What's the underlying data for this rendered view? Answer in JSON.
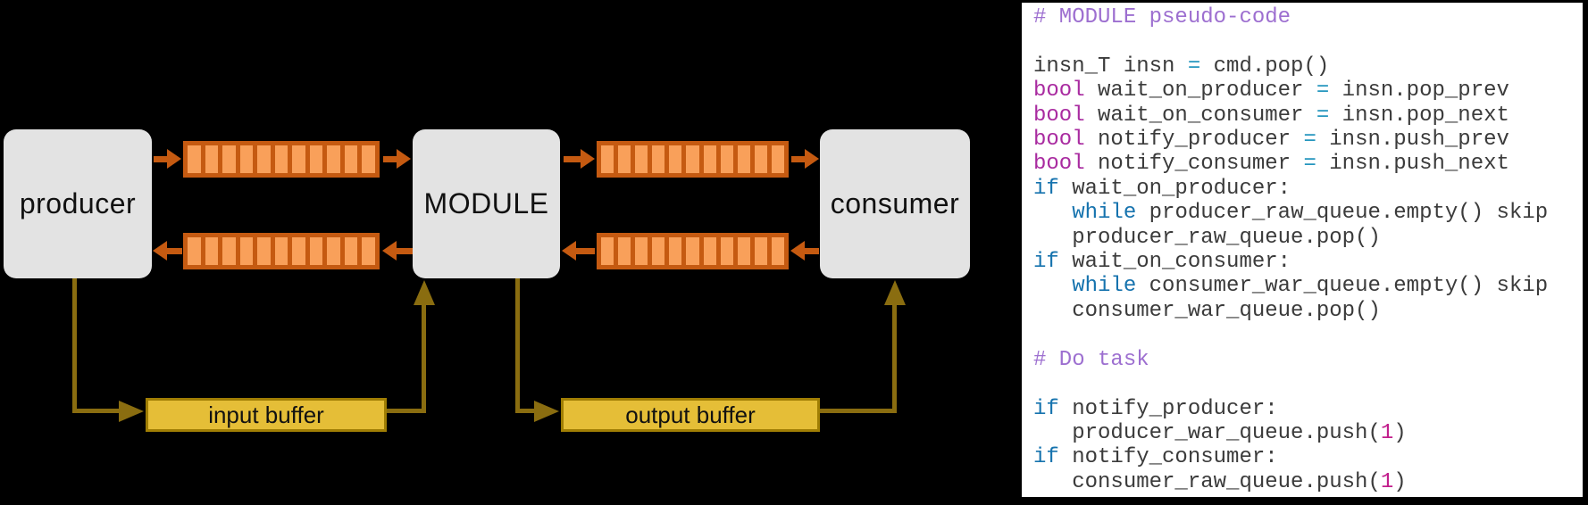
{
  "diagram": {
    "nodes": [
      {
        "id": "producer",
        "label": "producer"
      },
      {
        "id": "module",
        "label": "MODULE"
      },
      {
        "id": "consumer",
        "label": "consumer"
      }
    ],
    "queues": [
      {
        "id": "producer-to-module-queue",
        "cells": 11,
        "direction": "right"
      },
      {
        "id": "module-to-producer-queue",
        "cells": 11,
        "direction": "left"
      },
      {
        "id": "module-to-consumer-queue",
        "cells": 11,
        "direction": "right"
      },
      {
        "id": "consumer-to-module-queue",
        "cells": 11,
        "direction": "left"
      }
    ],
    "buffers": [
      {
        "id": "input-buffer",
        "label": "input buffer"
      },
      {
        "id": "output-buffer",
        "label": "output buffer"
      }
    ],
    "colors": {
      "canvas_bg": "#000000",
      "node_fill": "#E3E3E3",
      "node_text": "#111111",
      "queue_fill": "#F9A05A",
      "queue_border": "#C55A11",
      "buffer_fill": "#E5BE37",
      "buffer_border": "#A07E04",
      "connector": "#8A6D10",
      "panel_bg": "#FFFFFF"
    }
  },
  "code_panel": {
    "token_colors": {
      "cm": "#9D6FD0",
      "kw": "#A92BA0",
      "op": "#2596BE",
      "ctl": "#1673AE",
      "df": "#3B3B3B",
      "num": "#C21E8C"
    },
    "lines": [
      [
        [
          "# MODULE pseudo-code",
          "cm"
        ]
      ],
      [],
      [
        [
          "insn_T insn ",
          "df"
        ],
        [
          "=",
          "op"
        ],
        [
          " cmd.pop()",
          "df"
        ]
      ],
      [
        [
          "bool",
          "kw"
        ],
        [
          " wait_on_producer ",
          "df"
        ],
        [
          "=",
          "op"
        ],
        [
          " insn.pop_prev",
          "df"
        ]
      ],
      [
        [
          "bool",
          "kw"
        ],
        [
          " wait_on_consumer ",
          "df"
        ],
        [
          "=",
          "op"
        ],
        [
          " insn.pop_next",
          "df"
        ]
      ],
      [
        [
          "bool",
          "kw"
        ],
        [
          " notify_producer ",
          "df"
        ],
        [
          "=",
          "op"
        ],
        [
          " insn.push_prev",
          "df"
        ]
      ],
      [
        [
          "bool",
          "kw"
        ],
        [
          " notify_consumer ",
          "df"
        ],
        [
          "=",
          "op"
        ],
        [
          " insn.push_next",
          "df"
        ]
      ],
      [
        [
          "if",
          "ctl"
        ],
        [
          " wait_on_producer:",
          "df"
        ]
      ],
      [
        [
          "   ",
          "df"
        ],
        [
          "while",
          "ctl"
        ],
        [
          " producer_raw_queue.empty() skip",
          "df"
        ]
      ],
      [
        [
          "   producer_raw_queue.pop()",
          "df"
        ]
      ],
      [
        [
          "if",
          "ctl"
        ],
        [
          " wait_on_consumer:",
          "df"
        ]
      ],
      [
        [
          "   ",
          "df"
        ],
        [
          "while",
          "ctl"
        ],
        [
          " consumer_war_queue.empty() skip",
          "df"
        ]
      ],
      [
        [
          "   consumer_war_queue.pop()",
          "df"
        ]
      ],
      [],
      [
        [
          "# Do task",
          "cm"
        ]
      ],
      [],
      [
        [
          "if",
          "ctl"
        ],
        [
          " notify_producer:",
          "df"
        ]
      ],
      [
        [
          "   producer_war_queue.push(",
          "df"
        ],
        [
          "1",
          "num"
        ],
        [
          ")",
          "df"
        ]
      ],
      [
        [
          "if",
          "ctl"
        ],
        [
          " notify_consumer:",
          "df"
        ]
      ],
      [
        [
          "   consumer_raw_queue.push(",
          "df"
        ],
        [
          "1",
          "num"
        ],
        [
          ")",
          "df"
        ]
      ]
    ]
  }
}
